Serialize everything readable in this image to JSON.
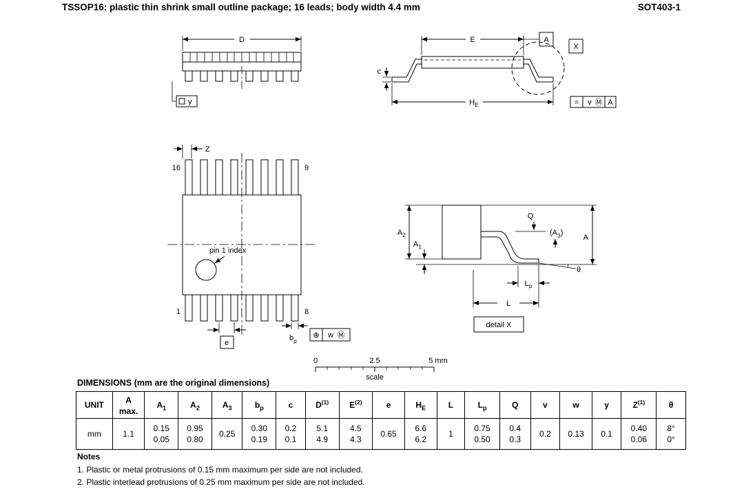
{
  "meta": {
    "ink": "#000000",
    "paper": "#ffffff"
  },
  "header": {
    "title": "TSSOP16: plastic thin shrink small outline package; 16 leads; body width 4.4 mm",
    "doc_code": "SOT403-1"
  },
  "side_view": {
    "dim_d": "D",
    "datum_y": "y"
  },
  "end_view": {
    "dim_e": "E",
    "datum_a": "A",
    "detail_ref": "X",
    "dim_c": "c",
    "dim_he": {
      "b": "H",
      "s": "E"
    },
    "tol": {
      "sym": "=",
      "val": "v",
      "mod": "Ⓜ",
      "datum": "A"
    }
  },
  "top_view": {
    "pin16": "16",
    "pin9": "9",
    "pin1": "1",
    "pin8": "8",
    "pin1_index": "pin 1 index",
    "dim_z": "Z",
    "dim_e_box": "e",
    "dim_bp": {
      "b": "b",
      "s": "p"
    },
    "tol": {
      "sym": "⊕",
      "val": "w",
      "mod": "Ⓜ"
    }
  },
  "detail_view": {
    "dim_a2": {
      "b": "A",
      "s": "2"
    },
    "dim_a1": {
      "b": "A",
      "s": "1"
    },
    "dim_q": "Q",
    "dim_a3": {
      "pre": "(A",
      "s": "3",
      "post": ")"
    },
    "dim_a": "A",
    "theta": "θ",
    "dim_lp": {
      "b": "L",
      "s": "p"
    },
    "dim_l": "L",
    "caption": "detail X"
  },
  "scale_bar": {
    "t0": "0",
    "t1": "2.5",
    "t2": "5 mm",
    "label": "scale"
  },
  "dimensions": {
    "heading": "DIMENSIONS (mm are the original dimensions)",
    "columns": [
      {
        "base": "UNIT",
        "values": [
          "mm"
        ]
      },
      {
        "base": "A",
        "line2": "max.",
        "values": [
          "1.1"
        ]
      },
      {
        "base": "A",
        "sub": "1",
        "values": [
          "0.15",
          "0.05"
        ]
      },
      {
        "base": "A",
        "sub": "2",
        "values": [
          "0.95",
          "0.80"
        ]
      },
      {
        "base": "A",
        "sub": "3",
        "values": [
          "0.25"
        ]
      },
      {
        "base": "b",
        "sub": "p",
        "values": [
          "0.30",
          "0.19"
        ]
      },
      {
        "base": "c",
        "values": [
          "0.2",
          "0.1"
        ]
      },
      {
        "base": "D",
        "sup": "(1)",
        "values": [
          "5.1",
          "4.9"
        ]
      },
      {
        "base": "E",
        "sup": "(2)",
        "values": [
          "4.5",
          "4.3"
        ]
      },
      {
        "base": "e",
        "values": [
          "0.65"
        ]
      },
      {
        "base": "H",
        "sub": "E",
        "values": [
          "6.6",
          "6.2"
        ]
      },
      {
        "base": "L",
        "values": [
          "1"
        ]
      },
      {
        "base": "L",
        "sub": "p",
        "values": [
          "0.75",
          "0.50"
        ]
      },
      {
        "base": "Q",
        "values": [
          "0.4",
          "0.3"
        ]
      },
      {
        "base": "v",
        "values": [
          "0.2"
        ]
      },
      {
        "base": "w",
        "values": [
          "0.13"
        ]
      },
      {
        "base": "y",
        "values": [
          "0.1"
        ]
      },
      {
        "base": "Z",
        "sup": "(1)",
        "values": [
          "0.40",
          "0.06"
        ]
      },
      {
        "base": "θ",
        "values": [
          "8°",
          "0°"
        ]
      }
    ]
  },
  "notes": {
    "heading": "Notes",
    "items": [
      "1. Plastic or metal protrusions of 0.15 mm maximum per side are not included.",
      "2. Plastic interlead protrusions of 0.25 mm maximum per side are not included."
    ]
  }
}
